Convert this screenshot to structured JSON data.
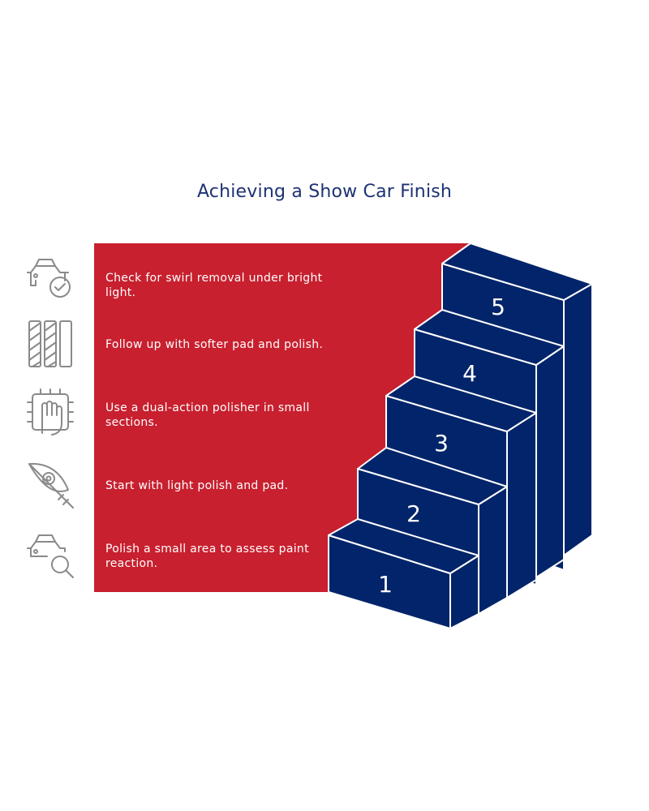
{
  "title": "Achieving a Show Car Finish",
  "colors": {
    "panel": "#c8202f",
    "step_fill": "#02246a",
    "step_edge": "#ffffff",
    "title": "#1c3272",
    "icon": "#8a8a8a"
  },
  "steps": [
    {
      "number": "1",
      "text": "Polish a small area to assess paint reaction.",
      "icon": "car-magnifier-icon"
    },
    {
      "number": "2",
      "text": "Start with light polish and pad.",
      "icon": "feather-target-icon"
    },
    {
      "number": "3",
      "text": "Use a dual-action polisher in small sections.",
      "icon": "hand-chip-icon"
    },
    {
      "number": "4",
      "text": "Follow up with softer pad and polish.",
      "icon": "pad-panels-icon"
    },
    {
      "number": "5",
      "text": "Check for swirl removal under bright light.",
      "icon": "car-check-icon"
    }
  ]
}
